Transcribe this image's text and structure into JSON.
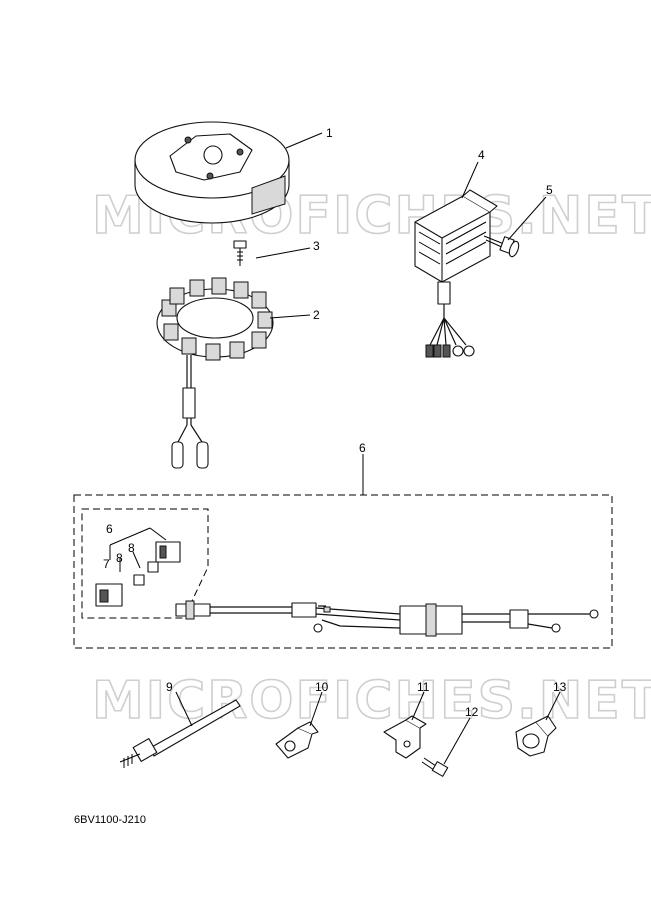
{
  "watermark": {
    "text": "MICROFICHES.NET"
  },
  "callouts": {
    "c1": "1",
    "c2": "2",
    "c3": "3",
    "c4": "4",
    "c5": "5",
    "c6": "6",
    "c6b": "6",
    "c7": "7",
    "c8a": "8",
    "c8b": "8",
    "c9": "9",
    "c10": "10",
    "c11": "11",
    "c12": "12",
    "c13": "13"
  },
  "part_code": "6BV1100-J210"
}
